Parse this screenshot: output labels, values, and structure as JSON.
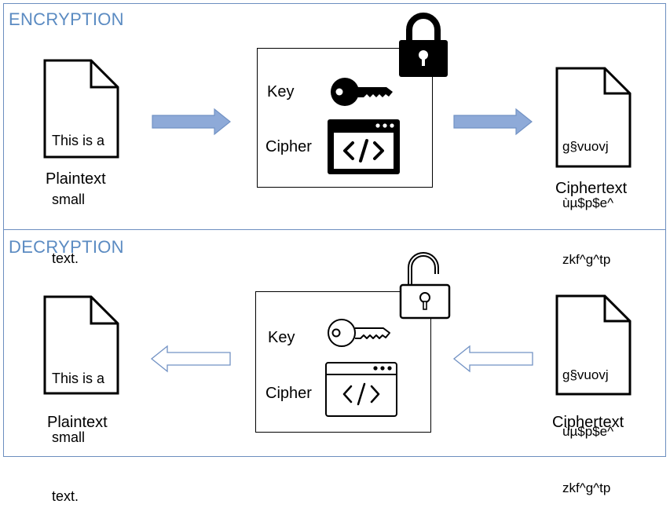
{
  "encryption": {
    "title": "ENCRYPTION",
    "plaintext_doc": [
      "This is a",
      "small",
      "text."
    ],
    "plaintext_caption": "Plaintext",
    "key_label": "Key",
    "cipher_label": "Cipher",
    "ciphertext_doc": [
      "g§vuovj",
      "ùµ$p$e^",
      "zkf^g^tp"
    ],
    "ciphertext_caption": "Ciphertext",
    "lock_state": "locked",
    "arrow_style": "filled"
  },
  "decryption": {
    "title": "DECRYPTION",
    "plaintext_doc": [
      "This is a",
      "small",
      "text."
    ],
    "plaintext_caption": "Plaintext",
    "key_label": "Key",
    "cipher_label": "Cipher",
    "ciphertext_doc": [
      "g§vuovj",
      "ùµ$p$e^",
      "zkf^g^tp"
    ],
    "ciphertext_caption": "Ciphertext",
    "lock_state": "unlocked",
    "arrow_style": "outline"
  },
  "colors": {
    "title": "#5b8bc2",
    "panel_border": "#6c8ebf",
    "arrow_fill": "#8eaad8",
    "arrow_stroke": "#7292c4"
  }
}
